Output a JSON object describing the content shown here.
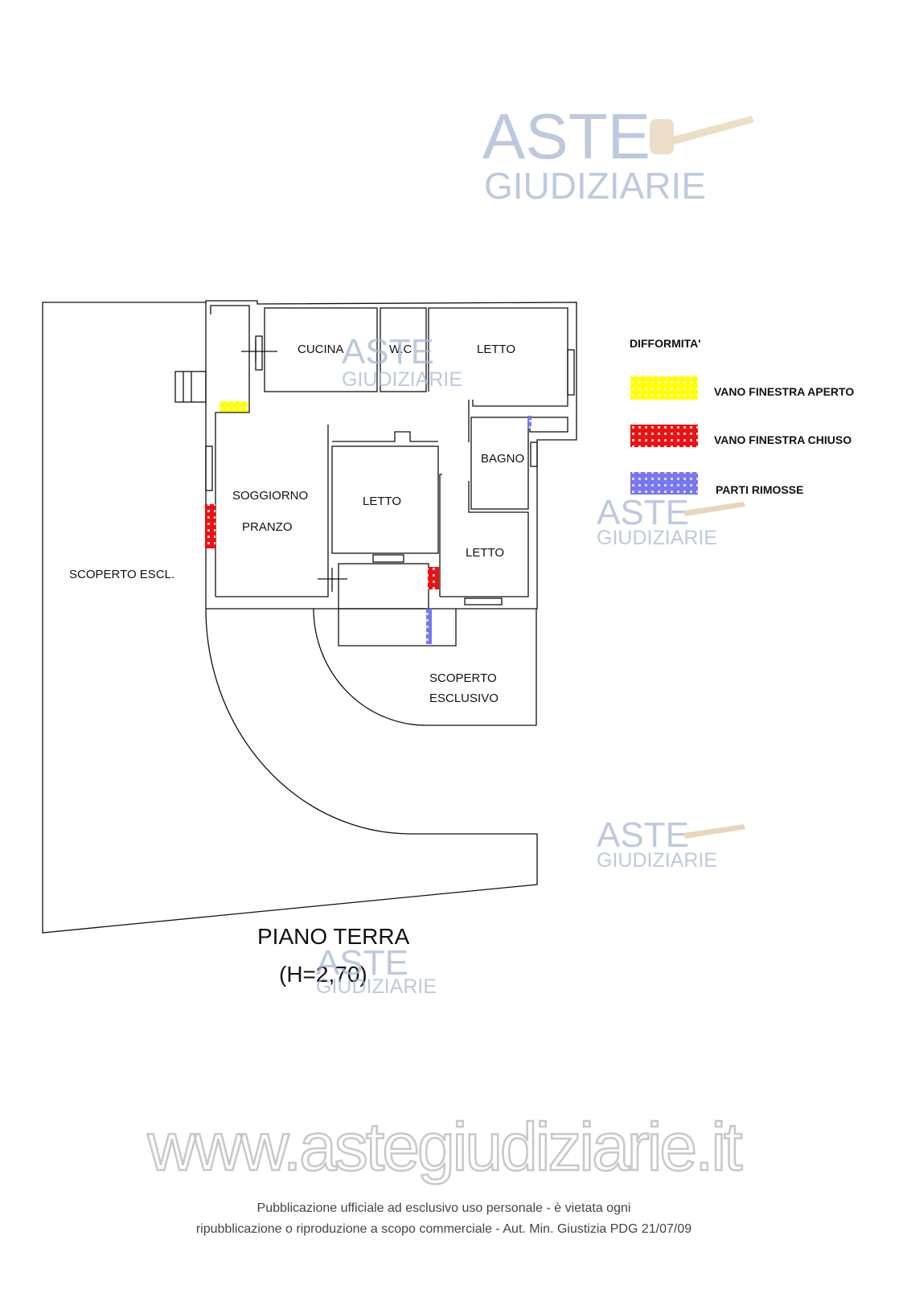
{
  "watermark": {
    "line1": "ASTE",
    "line2": "GIUDIZIARIE"
  },
  "rooms": {
    "cucina": "CUCINA",
    "wc": "W.C",
    "letto_top": "LETTO",
    "bagno": "BAGNO",
    "soggiorno": "SOGGIORNO",
    "pranzo": "PRANZO",
    "letto_center": "LETTO",
    "letto_right": "LETTO",
    "scoperto_escl": "SCOPERTO ESCL.",
    "scoperto_1": "SCOPERTO",
    "scoperto_2": "ESCLUSIVO"
  },
  "plan_title": {
    "line1": "PIANO TERRA",
    "line2": "(H=2,70)"
  },
  "legend": {
    "title": "DIFFORMITA'",
    "items": [
      {
        "label": "VANO FINESTRA APERTO",
        "color": "#ffff00"
      },
      {
        "label": "VANO FINESTRA CHIUSO",
        "color": "#ee1111"
      },
      {
        "label": "PARTI RIMOSSE",
        "color": "#7777ee"
      }
    ]
  },
  "website": "www.astegiudiziarie.it",
  "footer": {
    "line1": "Pubblicazione ufficiale ad esclusivo uso personale - è vietata ogni",
    "line2": "ripubblicazione o riproduzione a scopo commerciale - Aut. Min. Giustizia PDG 21/07/09"
  }
}
